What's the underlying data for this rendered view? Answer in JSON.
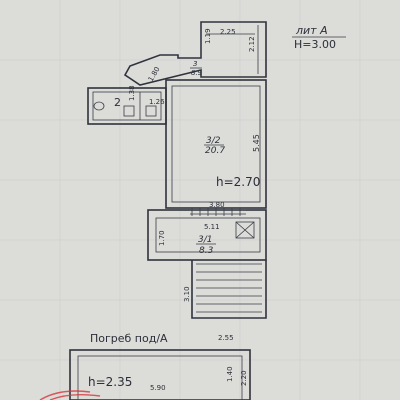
{
  "title_block": {
    "building": "лит А",
    "ceiling_height": "H=3.00"
  },
  "rooms": {
    "room_3": {
      "number": "3",
      "area": "8.9",
      "dim_top": "2.25",
      "dim_left": "1.19",
      "dim_right": "2.12",
      "dim_diag": "1.80"
    },
    "room_2": {
      "number": "2",
      "dim_a": "1.38",
      "dim_b": "1.26"
    },
    "room_3_2": {
      "number": "3/2",
      "area": "20.7",
      "dim_side": "5.45",
      "height": "h=2.70",
      "dim_bottom": "3.80"
    },
    "room_3_1": {
      "number": "3/1",
      "area": "8.3",
      "dim_width": "5.11",
      "dim_side": "1.70"
    },
    "stairs": {
      "dim_length": "3.10"
    }
  },
  "basement": {
    "title": "Погреб под/А",
    "width_top": "2.55",
    "height": "h=2.35",
    "width": "5.90",
    "dim_1": "1.40",
    "dim_2": "2.20"
  }
}
